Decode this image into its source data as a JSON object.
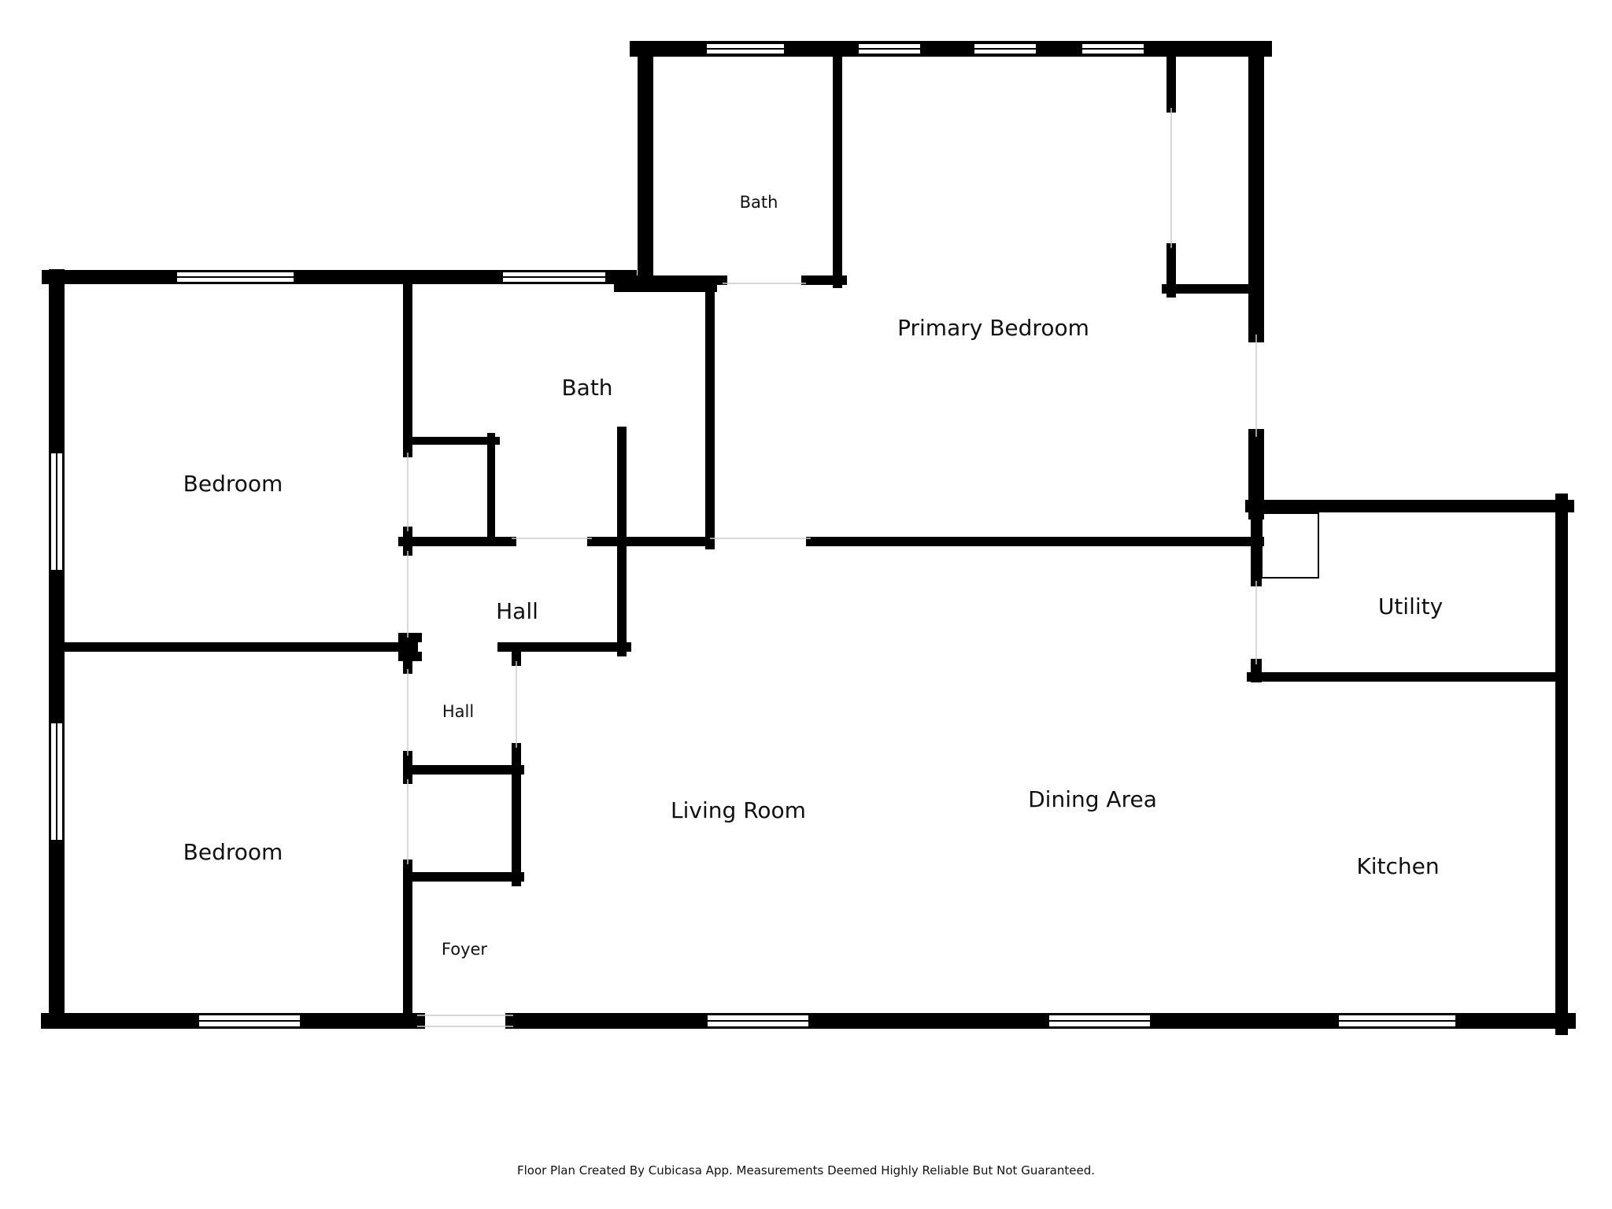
{
  "rooms": {
    "bath_upper": "Bath",
    "primary_bedroom": "Primary Bedroom",
    "bedroom_top": "Bedroom",
    "bath_middle": "Bath",
    "hall_upper": "Hall",
    "hall_lower": "Hall",
    "utility": "Utility",
    "bedroom_bottom": "Bedroom",
    "living_room": "Living Room",
    "dining_area": "Dining Area",
    "kitchen": "Kitchen",
    "foyer": "Foyer"
  },
  "footer": {
    "note": "Floor Plan Created By Cubicasa App. Measurements Deemed Highly Reliable But Not Guaranteed."
  },
  "colors": {
    "wall": "#000000",
    "background": "#ffffff"
  }
}
